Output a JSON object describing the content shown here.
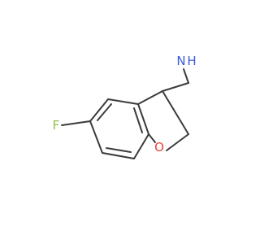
{
  "molecule": {
    "atoms": {
      "fluorine": "F",
      "oxygen": "O",
      "nitrogen": "N",
      "hydrogen": "H"
    },
    "colors": {
      "bond": "#3b3b3b",
      "fluorine": "#8fbf4a",
      "oxygen": "#e8413c",
      "nitrogen": "#3b5bd6"
    }
  }
}
